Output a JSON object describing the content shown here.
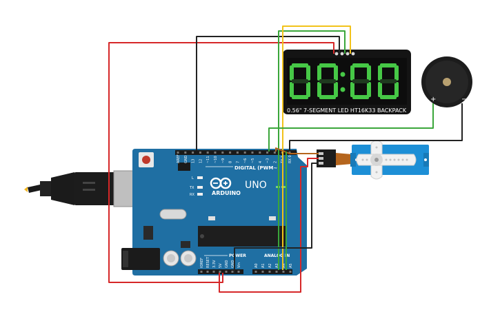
{
  "board": {
    "logo": "ARDUINO",
    "model": "UNO",
    "digital_label": "DIGITAL (PWM~)",
    "power_label": "POWER",
    "analog_label": "ANALOG IN",
    "digital_pins": [
      "AREF",
      "GND",
      "13",
      "12",
      "~11",
      "~10",
      "~9",
      "8",
      "7",
      "~6",
      "~5",
      "4",
      "~3",
      "2",
      "TX 1",
      "RX 0"
    ],
    "power_pins": [
      "IOREF",
      "RESET",
      "3.3V",
      "5V",
      "GND",
      "GND",
      "Vin"
    ],
    "analog_pins": [
      "A0",
      "A1",
      "A2",
      "A3",
      "A4",
      "A5"
    ],
    "leds": [
      "L",
      "TX",
      "RX"
    ]
  },
  "display": {
    "digits": "00:00",
    "label": "0.56\" 7-SEGMENT LED HT16K33 BACKPACK",
    "color": "#46c846"
  },
  "buzzer": {
    "plus": "+",
    "minus": "−"
  },
  "colors": {
    "board": "#1f6fa3",
    "wire_red": "#d62728",
    "wire_black": "#222222",
    "wire_green": "#3aa63a",
    "wire_yellow": "#f2c21a",
    "servo": "#1d8fd6"
  }
}
